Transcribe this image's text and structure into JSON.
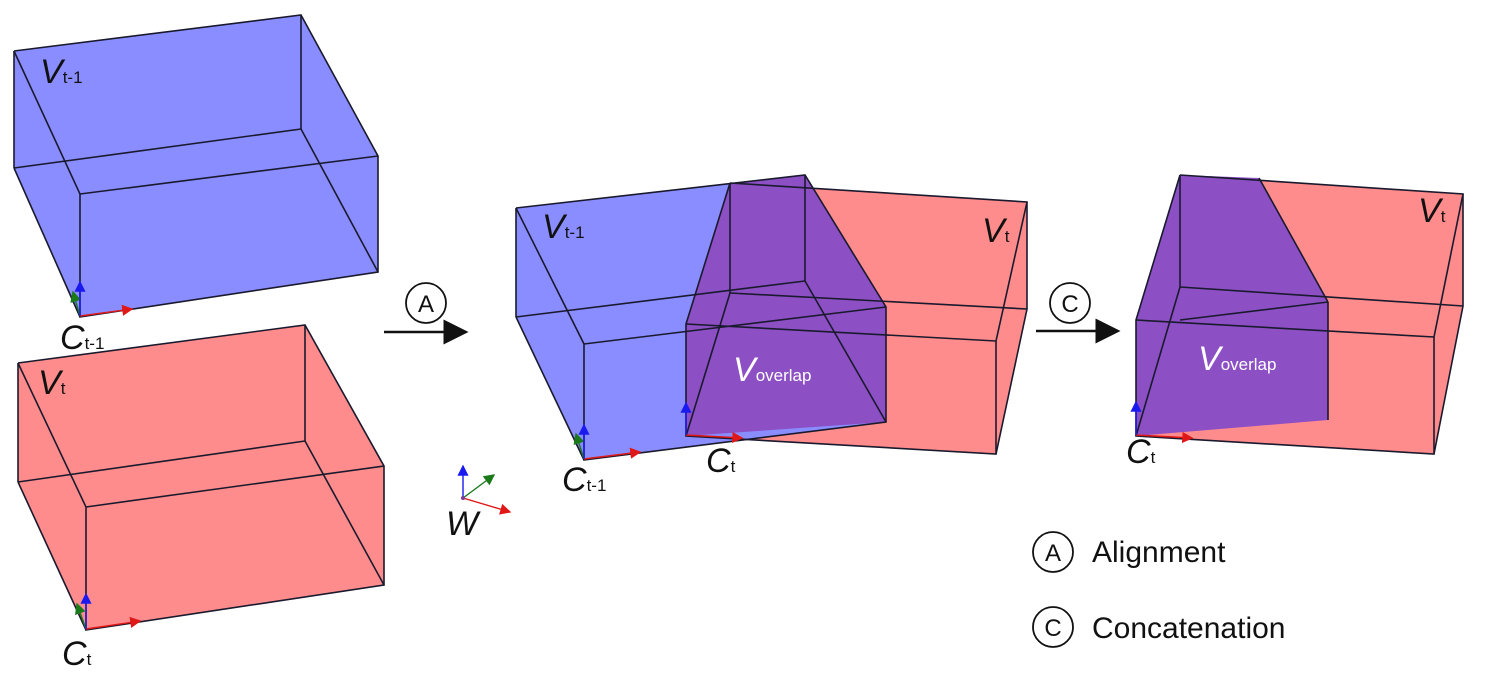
{
  "labels": {
    "v_prev_main": "V",
    "v_prev_sub": "t-1",
    "v_cur_main": "V",
    "v_cur_sub": "t",
    "c_prev_main": "C",
    "c_prev_sub": "t-1",
    "c_cur_main": "C",
    "c_cur_sub": "t",
    "v_overlap_main": "V",
    "v_overlap_sub": "overlap",
    "world": "W"
  },
  "steps": {
    "alignment_letter": "A",
    "concatenation_letter": "C"
  },
  "legend": {
    "alignment_letter": "A",
    "alignment_text": "Alignment",
    "concatenation_letter": "C",
    "concatenation_text": "Concatenation"
  },
  "colors": {
    "blue_volume": "#8a8dff",
    "red_volume": "#ff8c8c",
    "overlap_volume": "#8c4fc4",
    "axis_x": "#e01818",
    "axis_y": "#1a7a1a",
    "axis_z": "#1a1aee"
  }
}
